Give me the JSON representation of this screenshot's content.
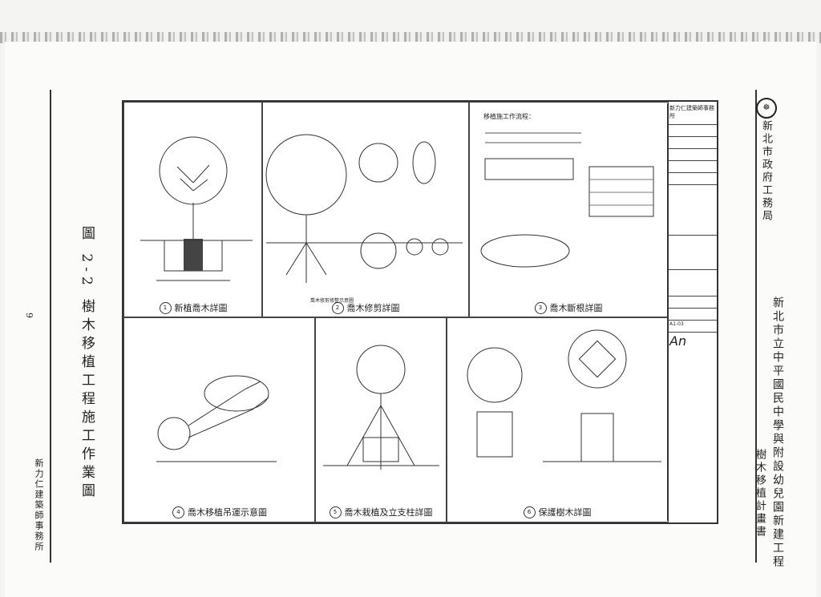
{
  "figure_title": "圖 2-2 樹木移植工程施工作業圖",
  "page_number": "9",
  "footer_left": "新力仁建築師事務所",
  "header_right": "新北市政府工務局",
  "project_name": "新北市立中平國民中學與附設幼兒園新建工程",
  "project_sub": "樹木移植計畫書",
  "logo": "☸",
  "panels": [
    {
      "num": "1",
      "title": "新植喬木詳圖"
    },
    {
      "num": "2",
      "title": "喬木修剪詳圖"
    },
    {
      "num": "3",
      "title": "喬木斷根詳圖"
    },
    {
      "num": "4",
      "title": "喬木移植吊運示意圖"
    },
    {
      "num": "5",
      "title": "喬木栽植及立支柱詳圖"
    },
    {
      "num": "6",
      "title": "保護樹木詳圖"
    }
  ],
  "panel2_sub": "喬木修剪修整示意圖",
  "panel3_flow_title": "移植施工作流程：",
  "title_block_header": "新力仁建築師事務所",
  "sheet_code": "A1-03",
  "signature": "An"
}
